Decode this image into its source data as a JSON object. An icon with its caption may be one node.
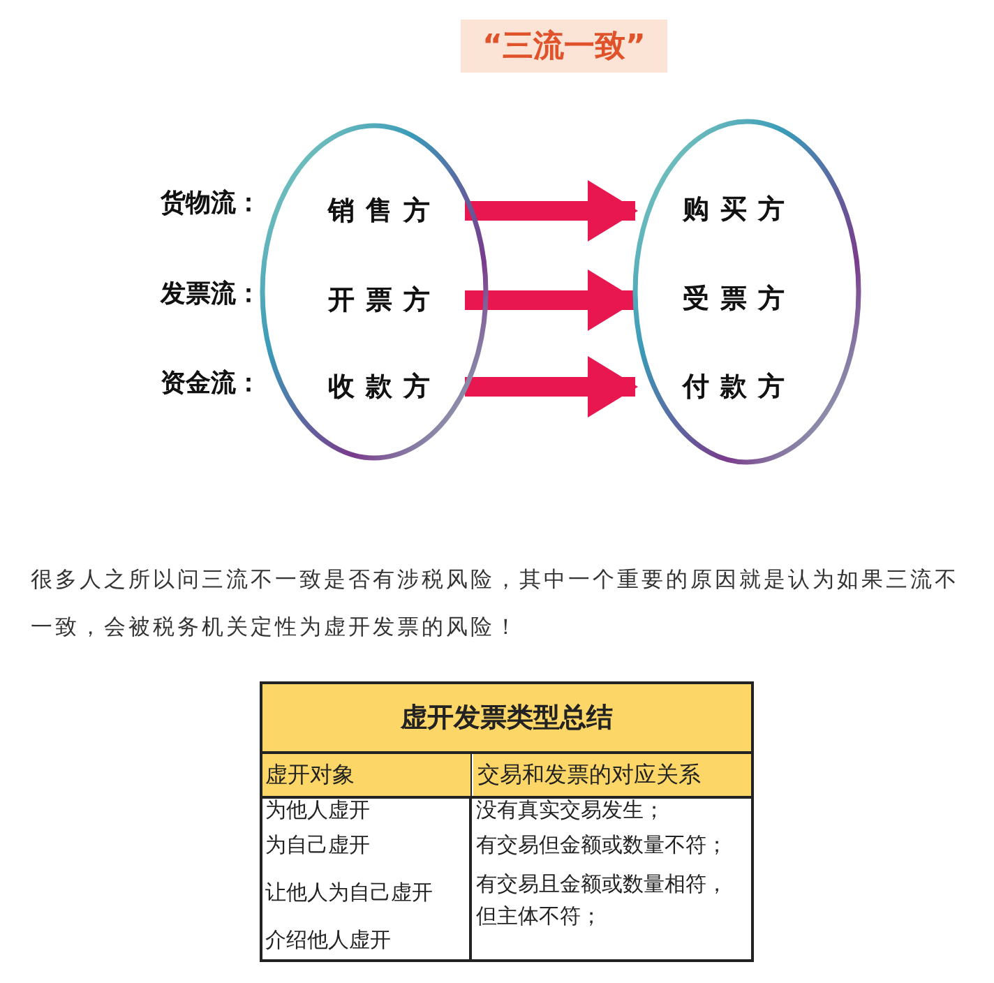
{
  "diagram": {
    "title": "“三流一致”",
    "nodes": [
      {
        "text": [],
        "shape": "ellipse"
      },
      {
        "text": [
          "销售方"
        ],
        "in": 0
      },
      {
        "text": [
          "开票方"
        ],
        "in": 0
      },
      {
        "text": [
          "收款方"
        ],
        "in": 0
      },
      {
        "text": [],
        "shape": "ellipse"
      },
      {
        "text": [
          "购买方"
        ],
        "in": 4
      },
      {
        "text": [
          "受票方"
        ],
        "in": 4
      },
      {
        "text": [
          "付款方"
        ],
        "in": 4
      }
    ],
    "edges": [
      {
        "from": 1,
        "to": 5,
        "arrow": "to"
      },
      {
        "from": 2,
        "to": 6,
        "arrow": "to"
      },
      {
        "from": 3,
        "to": 7,
        "arrow": "to"
      }
    ],
    "labels": [
      "货物流：",
      "发票流：",
      "资金流：",
      "很多人之所以问三流不一致是否有涉税风险，其中一个重要的原因就是认为如果三流不一致，会被税务机关定性为虚开发票的风险！",
      "虚开发票类型总结",
      "虚开对象",
      "交易和发票的对应关系",
      "为他人虚开",
      "为自己虚开",
      "让他人为自己虚开",
      "介绍他人虚开",
      "没有真实交易发生；",
      "有交易但金额或数量不符；",
      "有交易且金额或数量相符，但主体不符；"
    ]
  }
}
